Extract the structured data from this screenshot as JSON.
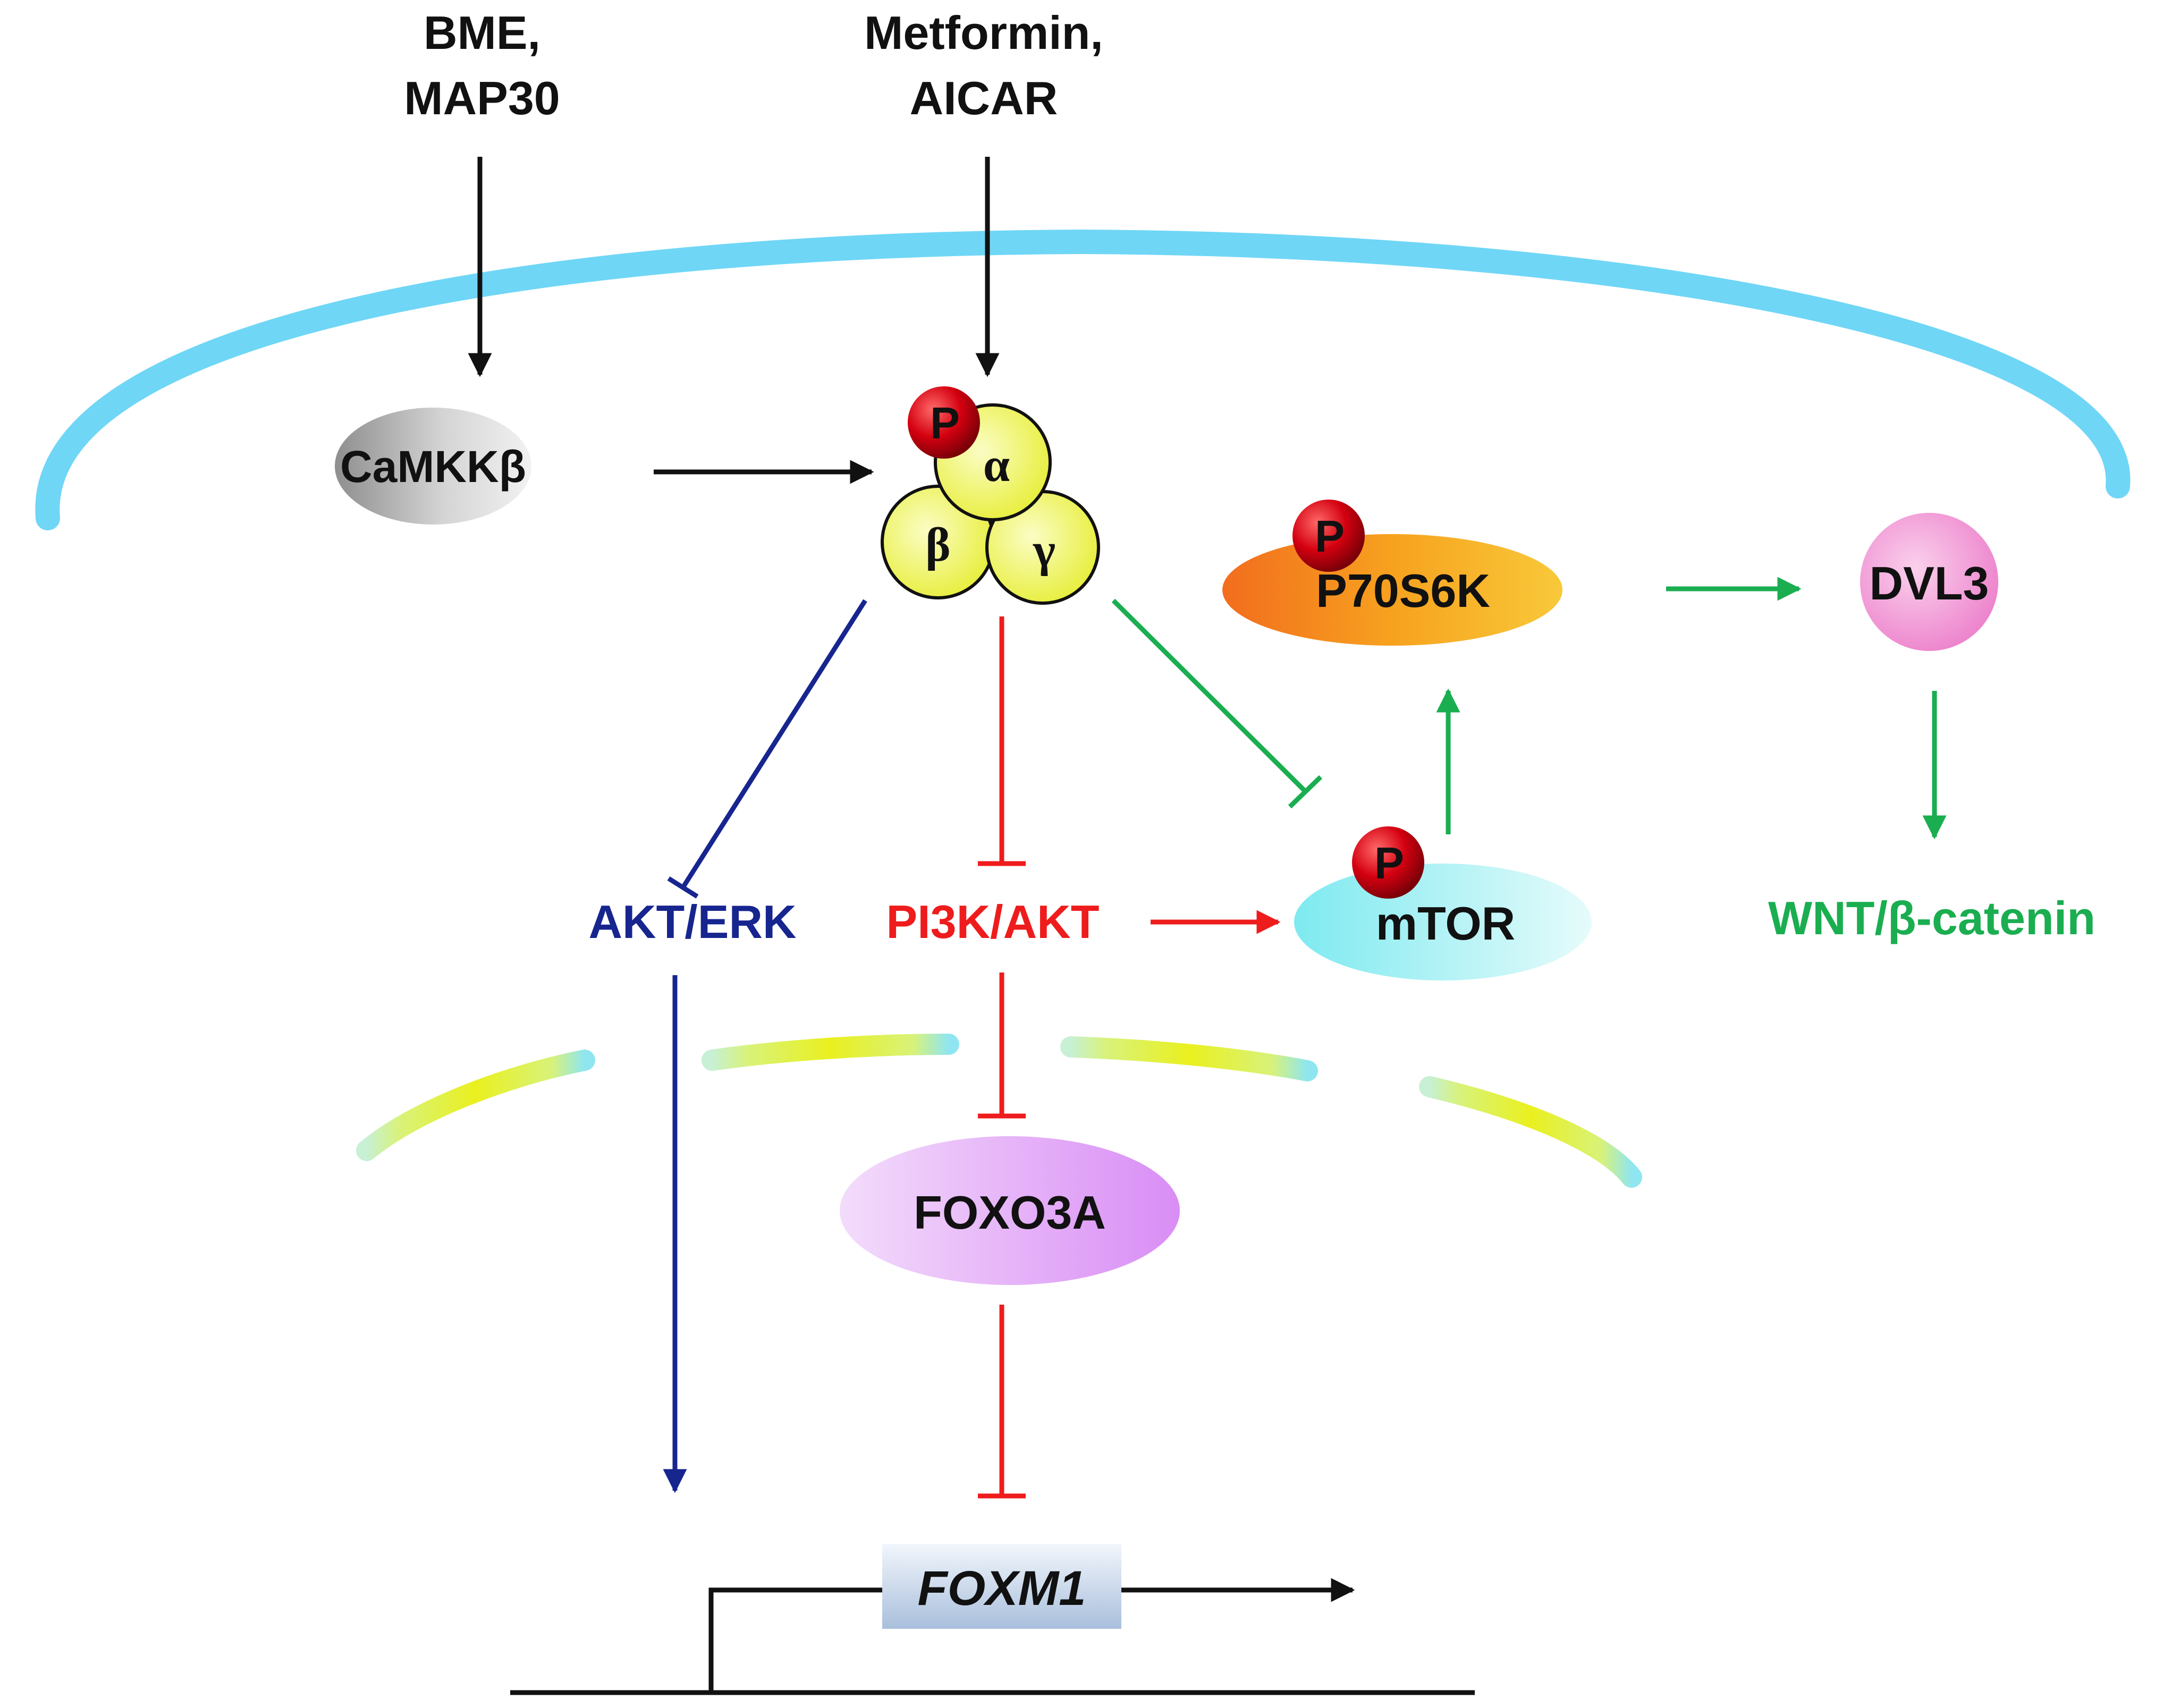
{
  "inputs": {
    "bme_line1": "BME,",
    "bme_line2": "MAP30",
    "metformin_line1": "Metformin,",
    "metformin_line2": "AICAR"
  },
  "nodes": {
    "camkkb": "CaMKKβ",
    "ampk_alpha": "α",
    "ampk_beta": "β",
    "ampk_gamma": "γ",
    "phospho": "P",
    "p70s6k": "P70S6K",
    "dvl3": "DVL3",
    "akt_erk": "AKT/ERK",
    "pi3k_akt": "PI3K/AKT",
    "mtor": "mTOR",
    "wnt": "WNT/β-catenin",
    "foxo3a": "FOXO3A",
    "foxm1": "FOXM1"
  },
  "colors": {
    "activation_black": "#111111",
    "akt_erk_blue": "#17258f",
    "pi3k_red": "#ee1c1c",
    "mtor_green": "#1aae50",
    "cell_membrane": "#6fd6f6",
    "nuclear_membrane": "#e9ef20",
    "phospho_red": "#d40010",
    "ampk_subunit": "#f0f56a"
  }
}
